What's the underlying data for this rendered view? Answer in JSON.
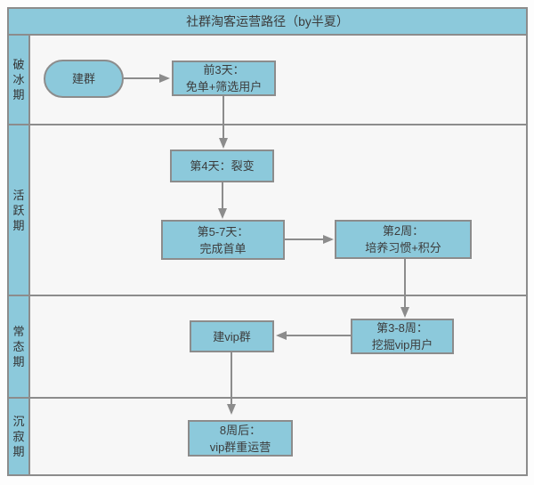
{
  "title": "社群淘客运营路径（by半夏）",
  "colors": {
    "node_fill": "#8cc9db",
    "border_gray": "#8c8c8c",
    "lane_background": "#f7f7f7",
    "text": "#3c3c3c"
  },
  "lanes": [
    {
      "label": "破冰期"
    },
    {
      "label": "活跃期"
    },
    {
      "label": "常态期"
    },
    {
      "label": "沉寂期"
    }
  ],
  "nodes": [
    {
      "id": "create-group",
      "lane": "破冰期",
      "shape": "stadium",
      "label": "建群"
    },
    {
      "id": "first-3-days",
      "lane": "破冰期",
      "shape": "rect",
      "label": "前3天：\n免单+筛选用户"
    },
    {
      "id": "day-4-fission",
      "lane": "活跃期",
      "shape": "rect",
      "label": "第4天：裂变"
    },
    {
      "id": "day-5-7-first-order",
      "lane": "活跃期",
      "shape": "rect",
      "label": "第5-7天：\n完成首单"
    },
    {
      "id": "week-2-habits-points",
      "lane": "活跃期",
      "shape": "rect",
      "label": "第2周：\n培养习惯+积分"
    },
    {
      "id": "week-3-8-mine-vip",
      "lane": "常态期",
      "shape": "rect",
      "label": "第3-8周：\n挖掘vip用户"
    },
    {
      "id": "create-vip-group",
      "lane": "常态期",
      "shape": "rect",
      "label": "建vip群"
    },
    {
      "id": "after-8-weeks-vip-reop",
      "lane": "沉寂期",
      "shape": "rect",
      "label": "8周后：\nvip群重运营"
    }
  ],
  "edges": [
    {
      "from": "create-group",
      "to": "first-3-days"
    },
    {
      "from": "first-3-days",
      "to": "day-4-fission"
    },
    {
      "from": "day-4-fission",
      "to": "day-5-7-first-order"
    },
    {
      "from": "day-5-7-first-order",
      "to": "week-2-habits-points"
    },
    {
      "from": "week-2-habits-points",
      "to": "week-3-8-mine-vip"
    },
    {
      "from": "week-3-8-mine-vip",
      "to": "create-vip-group"
    },
    {
      "from": "create-vip-group",
      "to": "after-8-weeks-vip-reop"
    }
  ]
}
